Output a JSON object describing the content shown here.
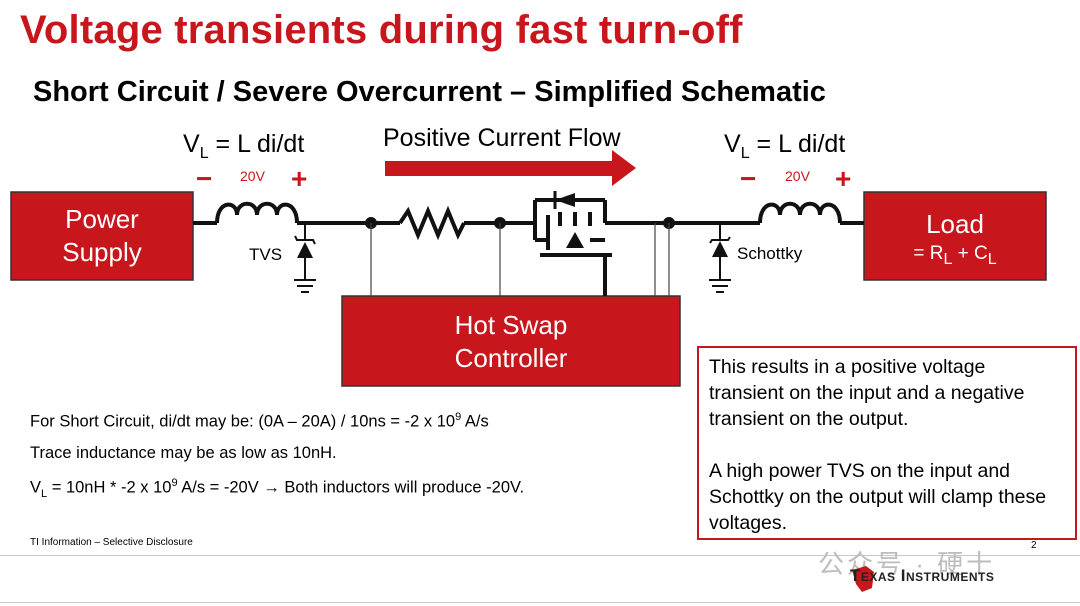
{
  "title": "Voltage transients during fast turn-off",
  "subtitle": "Short Circuit / Severe Overcurrent – Simplified Schematic",
  "left_inductor": {
    "eq_prefix": "V",
    "eq_sub": "L",
    "eq_rest": " = L di/dt",
    "voltage": "20V",
    "minus": "−",
    "plus": "+"
  },
  "right_inductor": {
    "eq_prefix": "V",
    "eq_sub": "L",
    "eq_rest": " = L di/dt",
    "voltage": "20V",
    "minus": "−",
    "plus": "+"
  },
  "current_flow_label": "Positive Current Flow",
  "power_supply": {
    "line1": "Power",
    "line2": "Supply"
  },
  "load": {
    "line1": "Load",
    "line2_prefix": "= R",
    "line2_sub1": "L",
    "line2_mid": " + C",
    "line2_sub2": "L"
  },
  "hot_swap": {
    "line1": "Hot Swap",
    "line2": "Controller"
  },
  "tvs_label": "TVS",
  "schottky_label": "Schottky",
  "notes": {
    "line1_a": "For Short Circuit, di/dt may be: (0A – 20A) / 10ns = -2 x 10",
    "line1_sup": "9",
    "line1_b": " A/s",
    "line2": "Trace inductance may be as low as 10nH.",
    "line3_pre": "V",
    "line3_sub": "L",
    "line3_a": " = 10nH * -2 x 10",
    "line3_sup": "9",
    "line3_b": " A/s = -20V → Both inductors will produce -20V."
  },
  "callout": {
    "p1": "This results in a positive voltage transient on the input and a negative transient on the output.",
    "p2": "A high power TVS on the input and Schottky on the output will clamp these voltages."
  },
  "footer": {
    "disclosure": "TI Information – Selective Disclosure",
    "page": "2",
    "watermark": "公众号 · 硬十",
    "brand": "Texas Instruments"
  },
  "colors": {
    "brand_red": "#c8161d",
    "box_red": "#c8161d"
  }
}
